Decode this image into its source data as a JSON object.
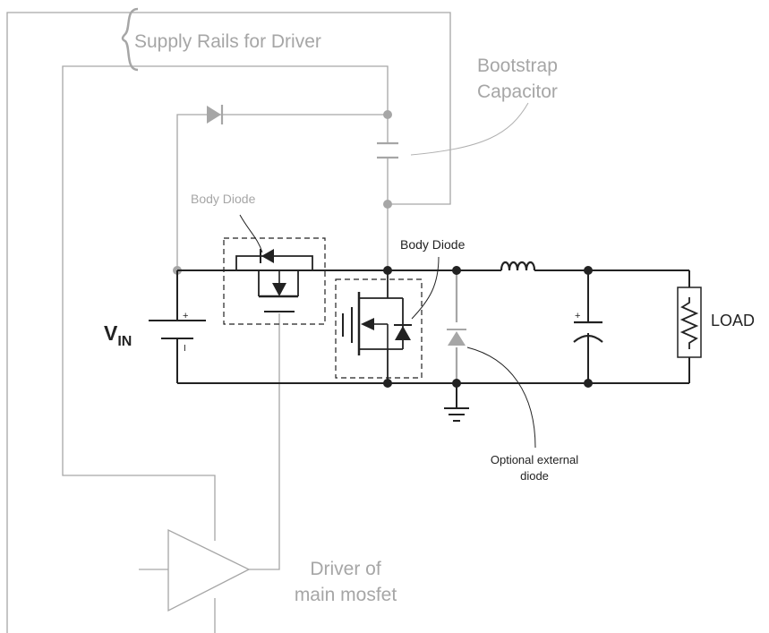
{
  "labels": {
    "supply_rails": "Supply Rails for Driver",
    "bootstrap_line1": "Bootstrap",
    "bootstrap_line2": "Capacitor",
    "body_diode_high": "Body Diode",
    "body_diode_low": "Body Diode",
    "vin_main": "V",
    "vin_sub": "IN",
    "load": "LOAD",
    "optional_line1": "Optional external",
    "optional_line2": "diode",
    "driver_line1": "Driver of",
    "driver_line2": "main mosfet",
    "plus": "+",
    "minus": "I"
  },
  "colors": {
    "power_path": "#222222",
    "driver_path": "#a6a6a6"
  }
}
